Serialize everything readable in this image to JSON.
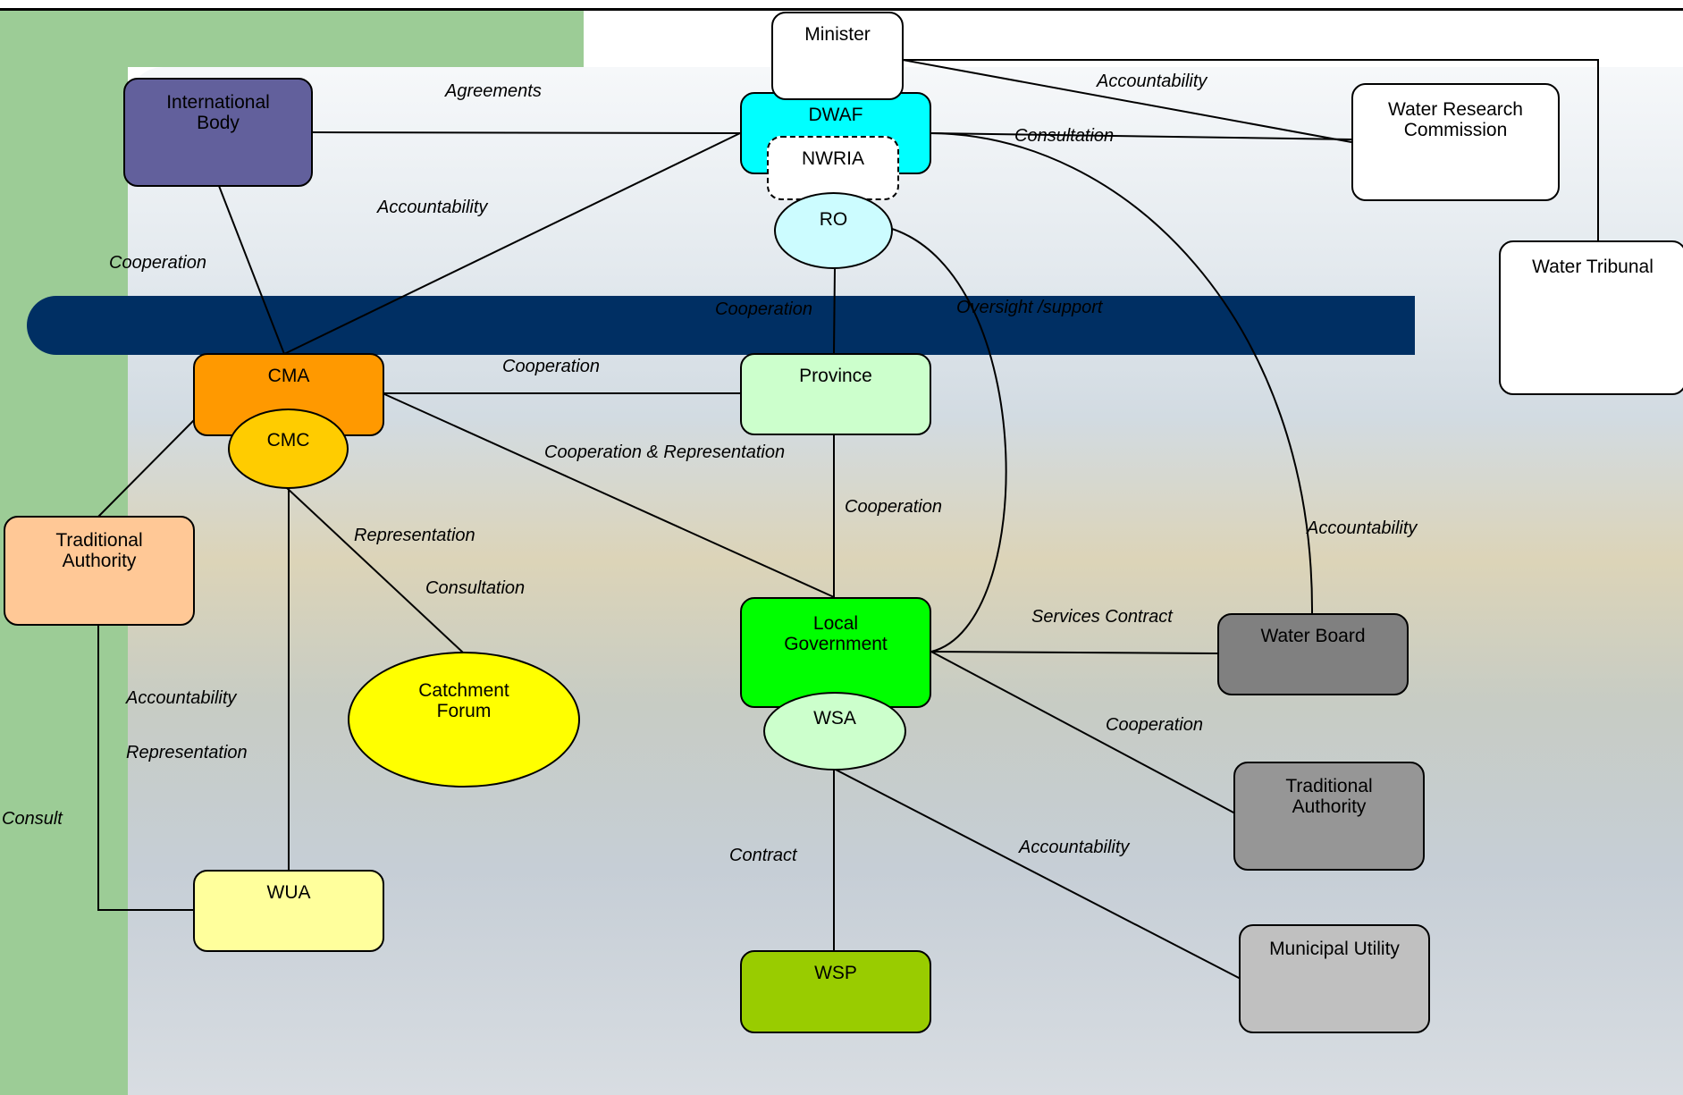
{
  "colors": {
    "green_band": "#9ccc96",
    "navy_bar": "#002f63",
    "international_body": "#62609c",
    "dwaf": "#00ffff",
    "ro": "#ccfcff",
    "cma": "#ff9900",
    "cmc": "#ffcc00",
    "traditional_authority_left": "#ffc896",
    "catchment_forum": "#ffff00",
    "wua": "#ffff9c",
    "province": "#ccffcc",
    "local_government": "#00ff00",
    "wsa": "#ccffcc",
    "wsp": "#99cc00",
    "water_board": "#808080",
    "traditional_authority_right": "#969696",
    "municipal_utility": "#c0c0c0"
  },
  "nodes": {
    "minister": "Minister",
    "dwaf": "DWAF",
    "nwria": "NWRIA",
    "ro": "RO",
    "international_body": "International\nBody",
    "water_research_commission": "Water Research\nCommission",
    "water_tribunal": "Water Tribunal",
    "cma": "CMA",
    "cmc": "CMC",
    "province": "Province",
    "traditional_authority_left": "Traditional\nAuthority",
    "catchment_forum": "Catchment\nForum",
    "local_government": "Local\nGovernment",
    "wsa": "WSA",
    "water_board": "Water Board",
    "traditional_authority_right": "Traditional\nAuthority",
    "wua": "WUA",
    "wsp": "WSP",
    "municipal_utility": "Municipal Utility"
  },
  "edge_labels": {
    "agreements": "Agreements",
    "accountability_minister_wrc": "Accountability",
    "consultation_dwaf_wrc": "Consultation",
    "accountability_dwaf_cma": "Accountability",
    "cooperation_intl_cma": "Cooperation",
    "cooperation_ro_province": "Cooperation",
    "oversight_support": "Oversight /support",
    "cooperation_cma_province": "Cooperation",
    "cooperation_representation": "Cooperation & Representation",
    "cooperation_province_lg": "Cooperation",
    "accountability_dwaf_waterboard": "Accountability",
    "representation_cmc_forum": "Representation",
    "consultation_cmc_forum": "Consultation",
    "services_contract": "Services Contract",
    "accountability_ta_wua": "Accountability",
    "representation_ta_wua": "Representation",
    "cooperation_lg_ta": "Cooperation",
    "consult": "Consult",
    "contract": "Contract",
    "accountability_wsa_mu": "Accountability"
  }
}
